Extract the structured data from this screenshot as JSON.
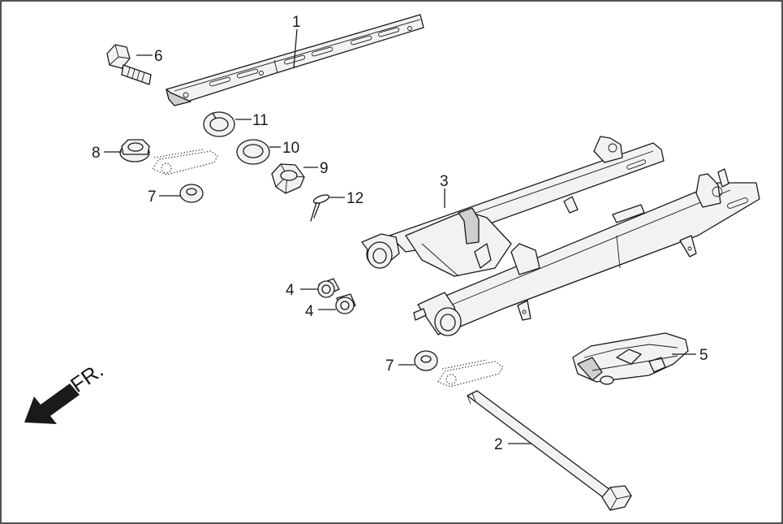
{
  "direction": {
    "label": "FR.",
    "icon": "forward-arrow-icon"
  },
  "callouts": {
    "c1": "1",
    "c2": "2",
    "c3": "3",
    "c4a": "4",
    "c4b": "4",
    "c5": "5",
    "c6": "6",
    "c7a": "7",
    "c7b": "7",
    "c8": "8",
    "c9": "9",
    "c10": "10",
    "c11": "11",
    "c12": "12"
  },
  "colors": {
    "ink": "#1a1a1a",
    "fill": "#f2f2f2",
    "shade": "#cfcfcf",
    "background": "#ffffff"
  }
}
